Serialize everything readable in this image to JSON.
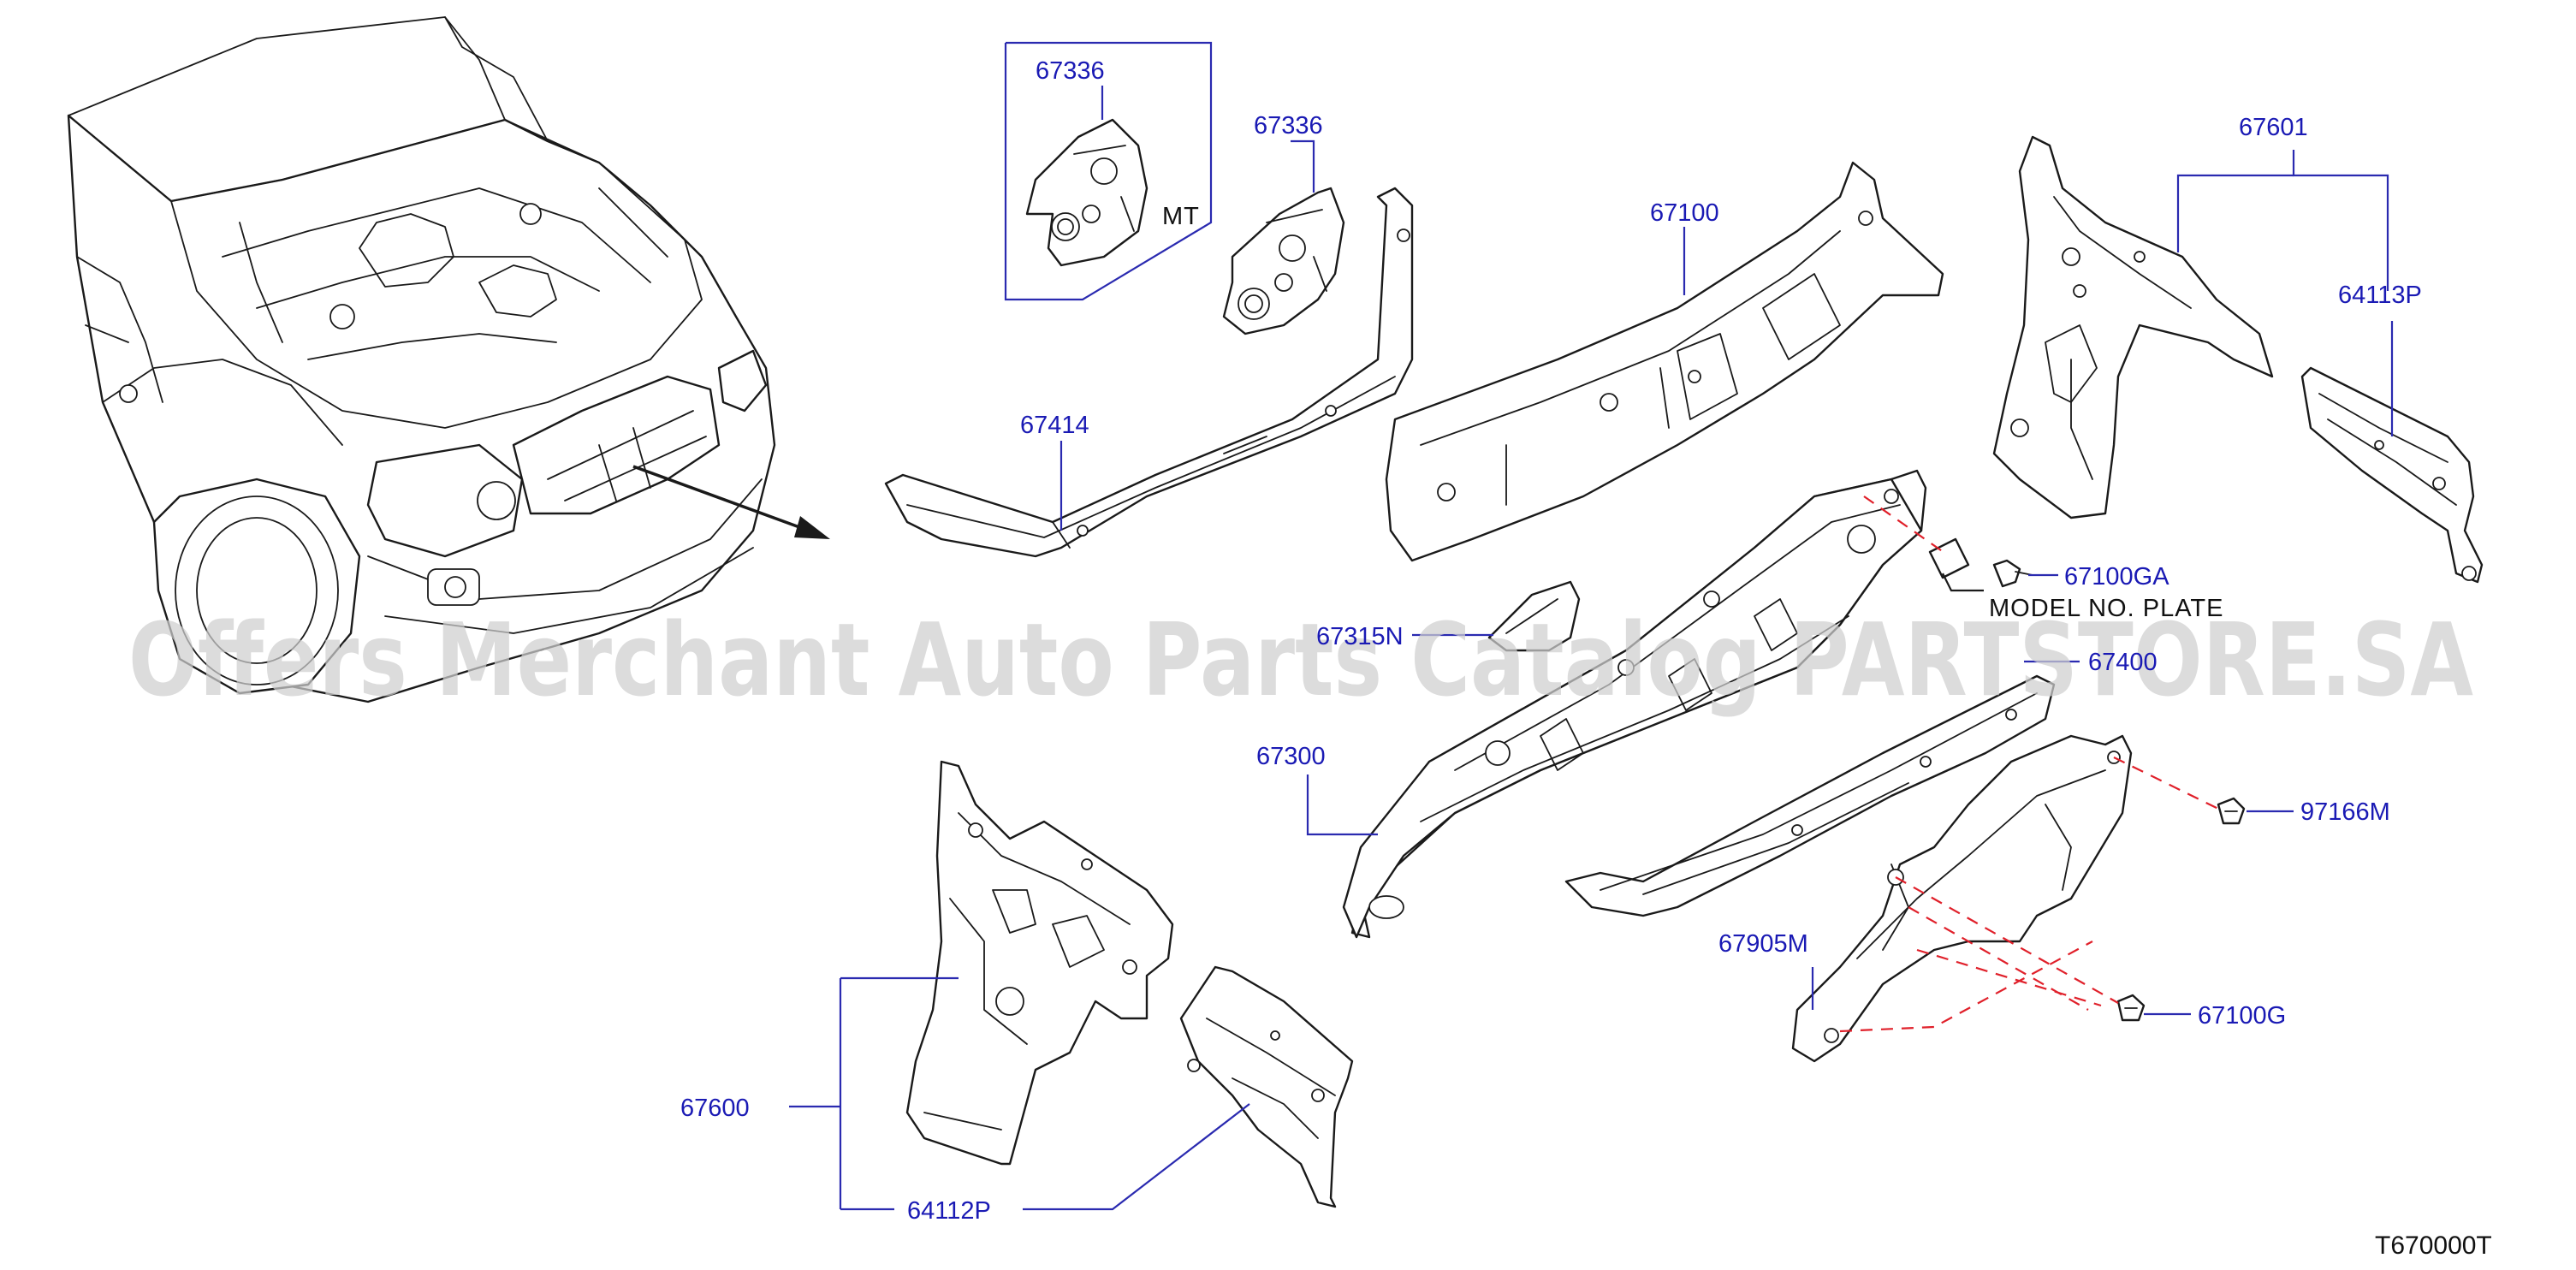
{
  "diagram": {
    "colors": {
      "label": "#1a1ab4",
      "leader": "#2a2ab0",
      "dashed": "#e0202a",
      "outline": "#1a1a1a",
      "watermark": "#cfcfcf"
    },
    "parts": {
      "p67336_box": "67336",
      "p67336": "67336",
      "mt": "MT",
      "p67414": "67414",
      "p67100": "67100",
      "p67601": "67601",
      "p64113p": "64113P",
      "p67100ga": "67100GA",
      "model_plate": "MODEL  NO.  PLATE",
      "p67315n": "67315N",
      "p67400": "67400",
      "p67300": "67300",
      "p97166m": "97166M",
      "p67905m": "67905M",
      "p67100g": "67100G",
      "p67600": "67600",
      "p64112p": "64112P"
    },
    "watermark": "Offers Merchant Auto Parts Catalog PARTSTORE.SA",
    "diagram_code": "T670000T"
  }
}
